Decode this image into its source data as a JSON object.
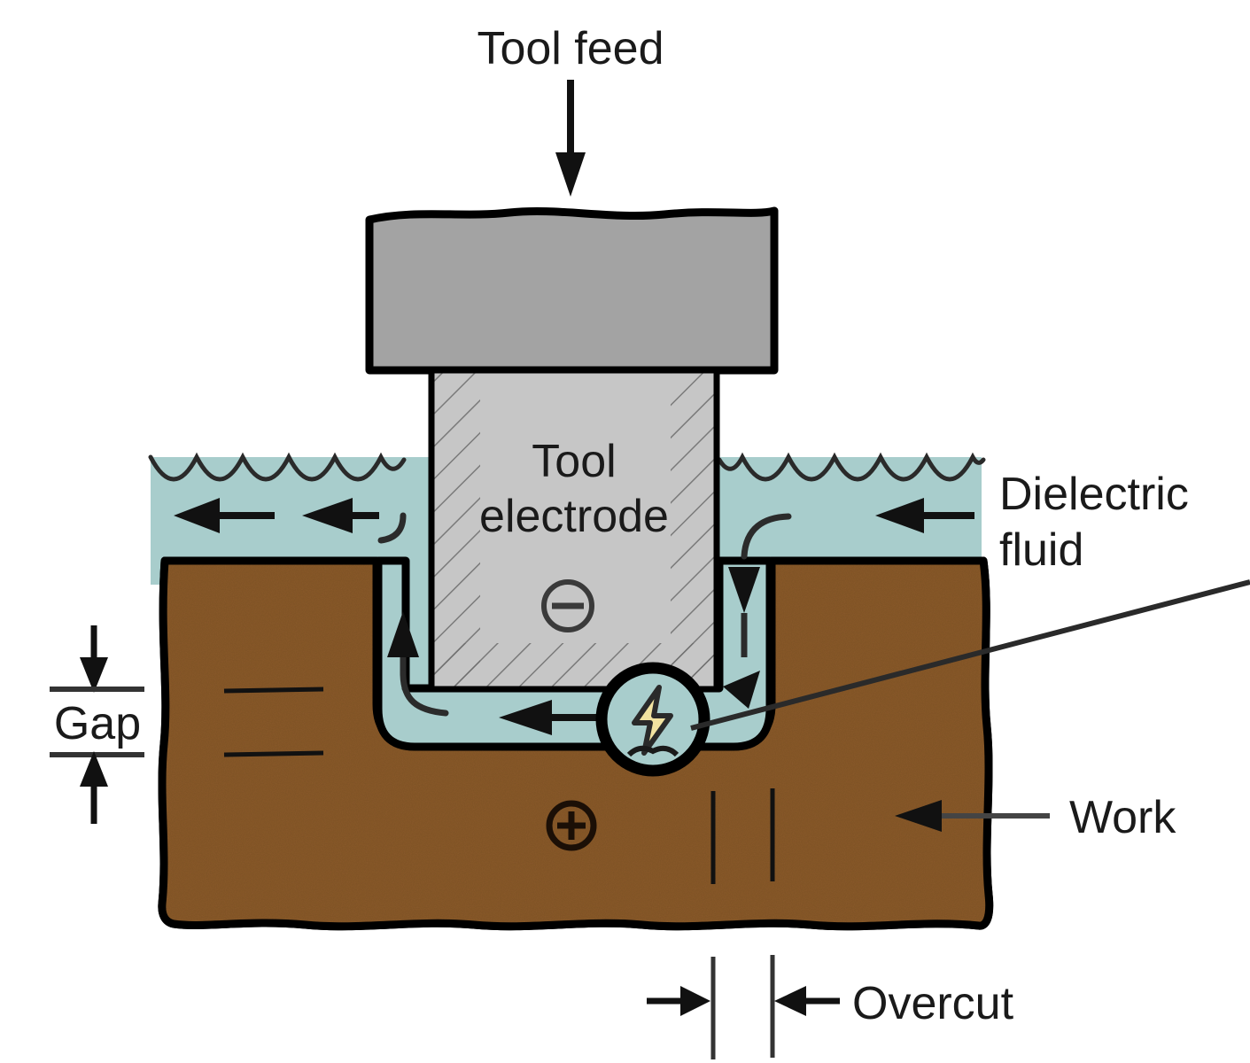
{
  "diagram": {
    "title": "Electrical Discharge Machining (EDM) process schematic",
    "labels": {
      "tool_feed": "Tool feed",
      "tool_electrode_line1": "Tool",
      "tool_electrode_line2": "electrode",
      "dielectric_line1": "Dielectric",
      "dielectric_line2": "fluid",
      "gap": "Gap",
      "work": "Work",
      "overcut": "Overcut"
    },
    "polarity": {
      "tool": "−",
      "work": "+",
      "tool_name": "negative-electrode-symbol",
      "work_name": "positive-workpiece-symbol"
    },
    "icons": {
      "spark": "spark-discharge-icon",
      "tool_feed_arrow": "tool-feed-arrow-icon",
      "flow_arrow_left_outer": "fluid-flow-arrow-icon",
      "flow_arrow_left_inner": "fluid-flow-arrow-icon",
      "flow_arrow_right_inlet": "fluid-flow-arrow-icon",
      "flow_arrow_down_right": "fluid-flow-down-arrow-icon",
      "flow_arrow_up_left": "fluid-flow-up-arrow-icon",
      "flow_arrow_gap_bottom": "fluid-flow-arrow-icon",
      "gap_arrow_top": "gap-dimension-arrow-icon",
      "gap_arrow_bottom": "gap-dimension-arrow-icon",
      "overcut_arrow_left": "overcut-dimension-arrow-icon",
      "overcut_arrow_right": "overcut-dimension-arrow-icon",
      "work_leader_arrow": "work-leader-arrow-icon"
    },
    "colors": {
      "dielectric_fluid": "#a8cdcc",
      "workpiece": "#8b5a2b",
      "tool_holder": "#a3a3a3",
      "tool_electrode": "#c6c6c6",
      "outline": "#000000",
      "spark_bolt": "#f2e3a0",
      "text": "#1a1a1a"
    }
  }
}
